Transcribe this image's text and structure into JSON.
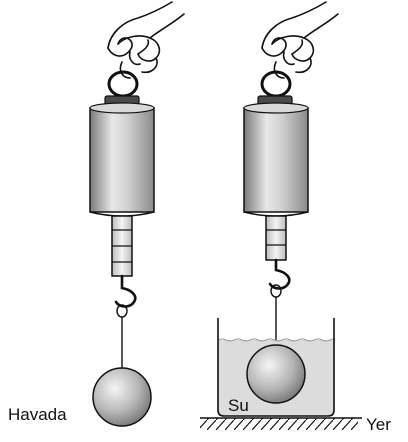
{
  "labels": {
    "air": "Havada",
    "water": "Su",
    "ground": "Yer"
  },
  "colors": {
    "stroke": "#111111",
    "water": "#dcdcdc",
    "cylinder_dark": "#8c8c8c",
    "cylinder_light": "#e6e6e6",
    "ball_dark": "#6e6e6e",
    "ball_light": "#f2f2f2",
    "cap": "#4a4a4a"
  },
  "icons": {
    "hand": "hand-icon",
    "ring": "ring-icon",
    "hook": "hook-icon"
  }
}
